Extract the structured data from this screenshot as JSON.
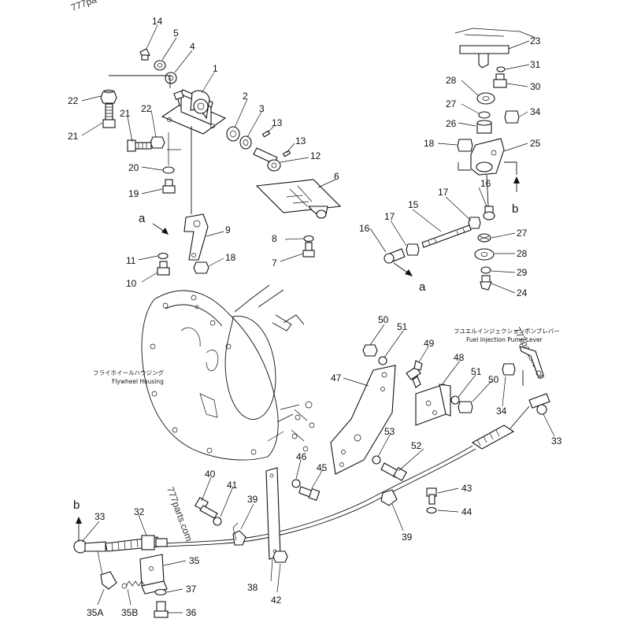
{
  "watermark": "777parts.com",
  "watermark_top": "777pa",
  "labels": {
    "flywheel_housing_jp": "フライホイールハウジング",
    "flywheel_housing_en": "Flywheel Housing",
    "fuel_pump_lever_jp": "フユエルインジェクションポンプレバー",
    "fuel_pump_lever_en": "Fuel Injection Pump Lever"
  },
  "callouts": [
    {
      "id": "c14",
      "text": "14"
    },
    {
      "id": "c5",
      "text": "5"
    },
    {
      "id": "c4",
      "text": "4"
    },
    {
      "id": "c1",
      "text": "1"
    },
    {
      "id": "c22a",
      "text": "22"
    },
    {
      "id": "c21a",
      "text": "21"
    },
    {
      "id": "c22b",
      "text": "22"
    },
    {
      "id": "c21b",
      "text": "21"
    },
    {
      "id": "c2",
      "text": "2"
    },
    {
      "id": "c3",
      "text": "3"
    },
    {
      "id": "c13a",
      "text": "13"
    },
    {
      "id": "c13b",
      "text": "13"
    },
    {
      "id": "c12",
      "text": "12"
    },
    {
      "id": "c20",
      "text": "20"
    },
    {
      "id": "c19",
      "text": "19"
    },
    {
      "id": "c6",
      "text": "6"
    },
    {
      "id": "c9",
      "text": "9"
    },
    {
      "id": "c8",
      "text": "8"
    },
    {
      "id": "c7",
      "text": "7"
    },
    {
      "id": "c11",
      "text": "11"
    },
    {
      "id": "c18a",
      "text": "18"
    },
    {
      "id": "c10",
      "text": "10"
    },
    {
      "id": "c23",
      "text": "23"
    },
    {
      "id": "c31",
      "text": "31"
    },
    {
      "id": "c28a",
      "text": "28"
    },
    {
      "id": "c30",
      "text": "30"
    },
    {
      "id": "c27a",
      "text": "27"
    },
    {
      "id": "c34a",
      "text": "34"
    },
    {
      "id": "c26",
      "text": "26"
    },
    {
      "id": "c18b",
      "text": "18"
    },
    {
      "id": "c25",
      "text": "25"
    },
    {
      "id": "c16a",
      "text": "16"
    },
    {
      "id": "c17a",
      "text": "17"
    },
    {
      "id": "c15",
      "text": "15"
    },
    {
      "id": "c17b",
      "text": "17"
    },
    {
      "id": "c16b",
      "text": "16"
    },
    {
      "id": "c27b",
      "text": "27"
    },
    {
      "id": "c28b",
      "text": "28"
    },
    {
      "id": "c29",
      "text": "29"
    },
    {
      "id": "c24",
      "text": "24"
    },
    {
      "id": "c50a",
      "text": "50"
    },
    {
      "id": "c51a",
      "text": "51"
    },
    {
      "id": "c49",
      "text": "49"
    },
    {
      "id": "c48",
      "text": "48"
    },
    {
      "id": "c47",
      "text": "47"
    },
    {
      "id": "c51b",
      "text": "51"
    },
    {
      "id": "c50b",
      "text": "50"
    },
    {
      "id": "c34b",
      "text": "34"
    },
    {
      "id": "c33a",
      "text": "33"
    },
    {
      "id": "c53",
      "text": "53"
    },
    {
      "id": "c52",
      "text": "52"
    },
    {
      "id": "c46",
      "text": "46"
    },
    {
      "id": "c45",
      "text": "45"
    },
    {
      "id": "c40",
      "text": "40"
    },
    {
      "id": "c41",
      "text": "41"
    },
    {
      "id": "c39a",
      "text": "39"
    },
    {
      "id": "c43",
      "text": "43"
    },
    {
      "id": "c44",
      "text": "44"
    },
    {
      "id": "c39b",
      "text": "39"
    },
    {
      "id": "c33b",
      "text": "33"
    },
    {
      "id": "c32",
      "text": "32"
    },
    {
      "id": "c35",
      "text": "35"
    },
    {
      "id": "c37",
      "text": "37"
    },
    {
      "id": "c38",
      "text": "38"
    },
    {
      "id": "c42",
      "text": "42"
    },
    {
      "id": "c35A",
      "text": "35A"
    },
    {
      "id": "c35B",
      "text": "35B"
    },
    {
      "id": "c36",
      "text": "36"
    }
  ],
  "markers": {
    "a_top": "a",
    "a_bottom": "a",
    "b_top": "b",
    "b_bottom": "b"
  }
}
